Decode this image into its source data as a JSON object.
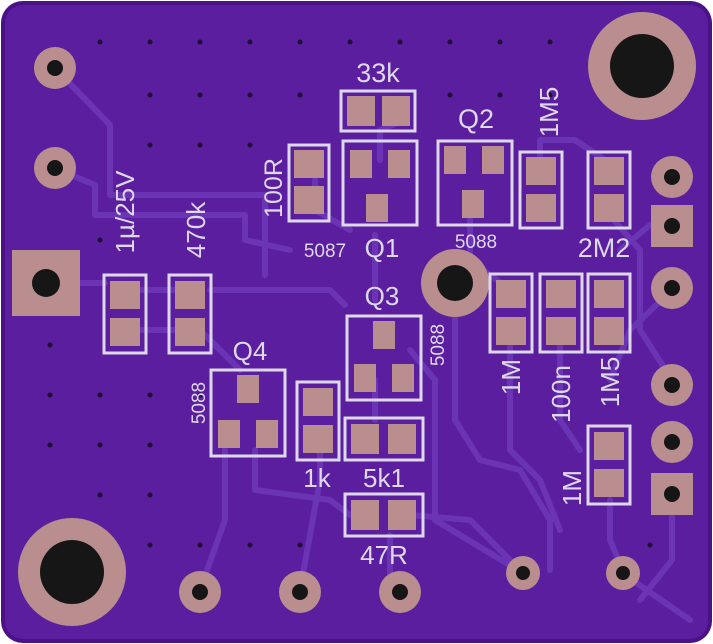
{
  "colors": {
    "board": "#5a1e9e",
    "board_edge": "#4a1286",
    "trace": "#6a34b4",
    "pad": "#ba8e8e",
    "hole": "#161616",
    "silk": "#ddd8ea",
    "via": "#1e0f33"
  },
  "labels": {
    "r_33k": "33k",
    "r_100r": "100R",
    "q1": "Q1",
    "q1_part": "5087",
    "q2": "Q2",
    "q2_part": "5088",
    "r_1m5_top": "1M5",
    "r_2m2": "2M2",
    "c_1u": "1µ/25V",
    "r_470k": "470k",
    "q3": "Q3",
    "q3_part": "5088",
    "q4": "Q4",
    "q4_part": "5088",
    "r_1k": "1k",
    "r_5k1": "5k1",
    "r_47r": "47R",
    "r_1m": "1M",
    "c_100n": "100n",
    "r_1m5_right": "1M5",
    "r_1m_bottom": "1M"
  }
}
